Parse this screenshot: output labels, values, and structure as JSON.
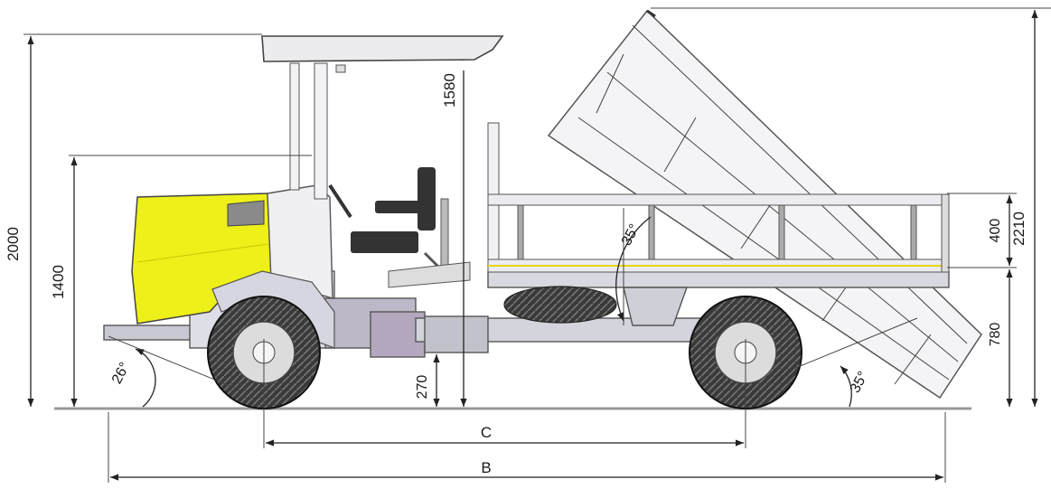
{
  "labels": {
    "overall_height": "2000",
    "seat_height": "1400",
    "roof_height": "1580",
    "tipped_height": "2210",
    "side_board_height": "400",
    "deck_height": "780",
    "ground_clearance": "270",
    "approach_angle": "26°",
    "tipping_angle": "35°",
    "departure_angle": "35°",
    "wheelbase": "C",
    "overall_length": "B"
  },
  "colors": {
    "hood": "#eef01a",
    "frame": "#c9c9d3",
    "tire": "#333333",
    "rim": "#dcdcdc",
    "line": "#333333"
  }
}
